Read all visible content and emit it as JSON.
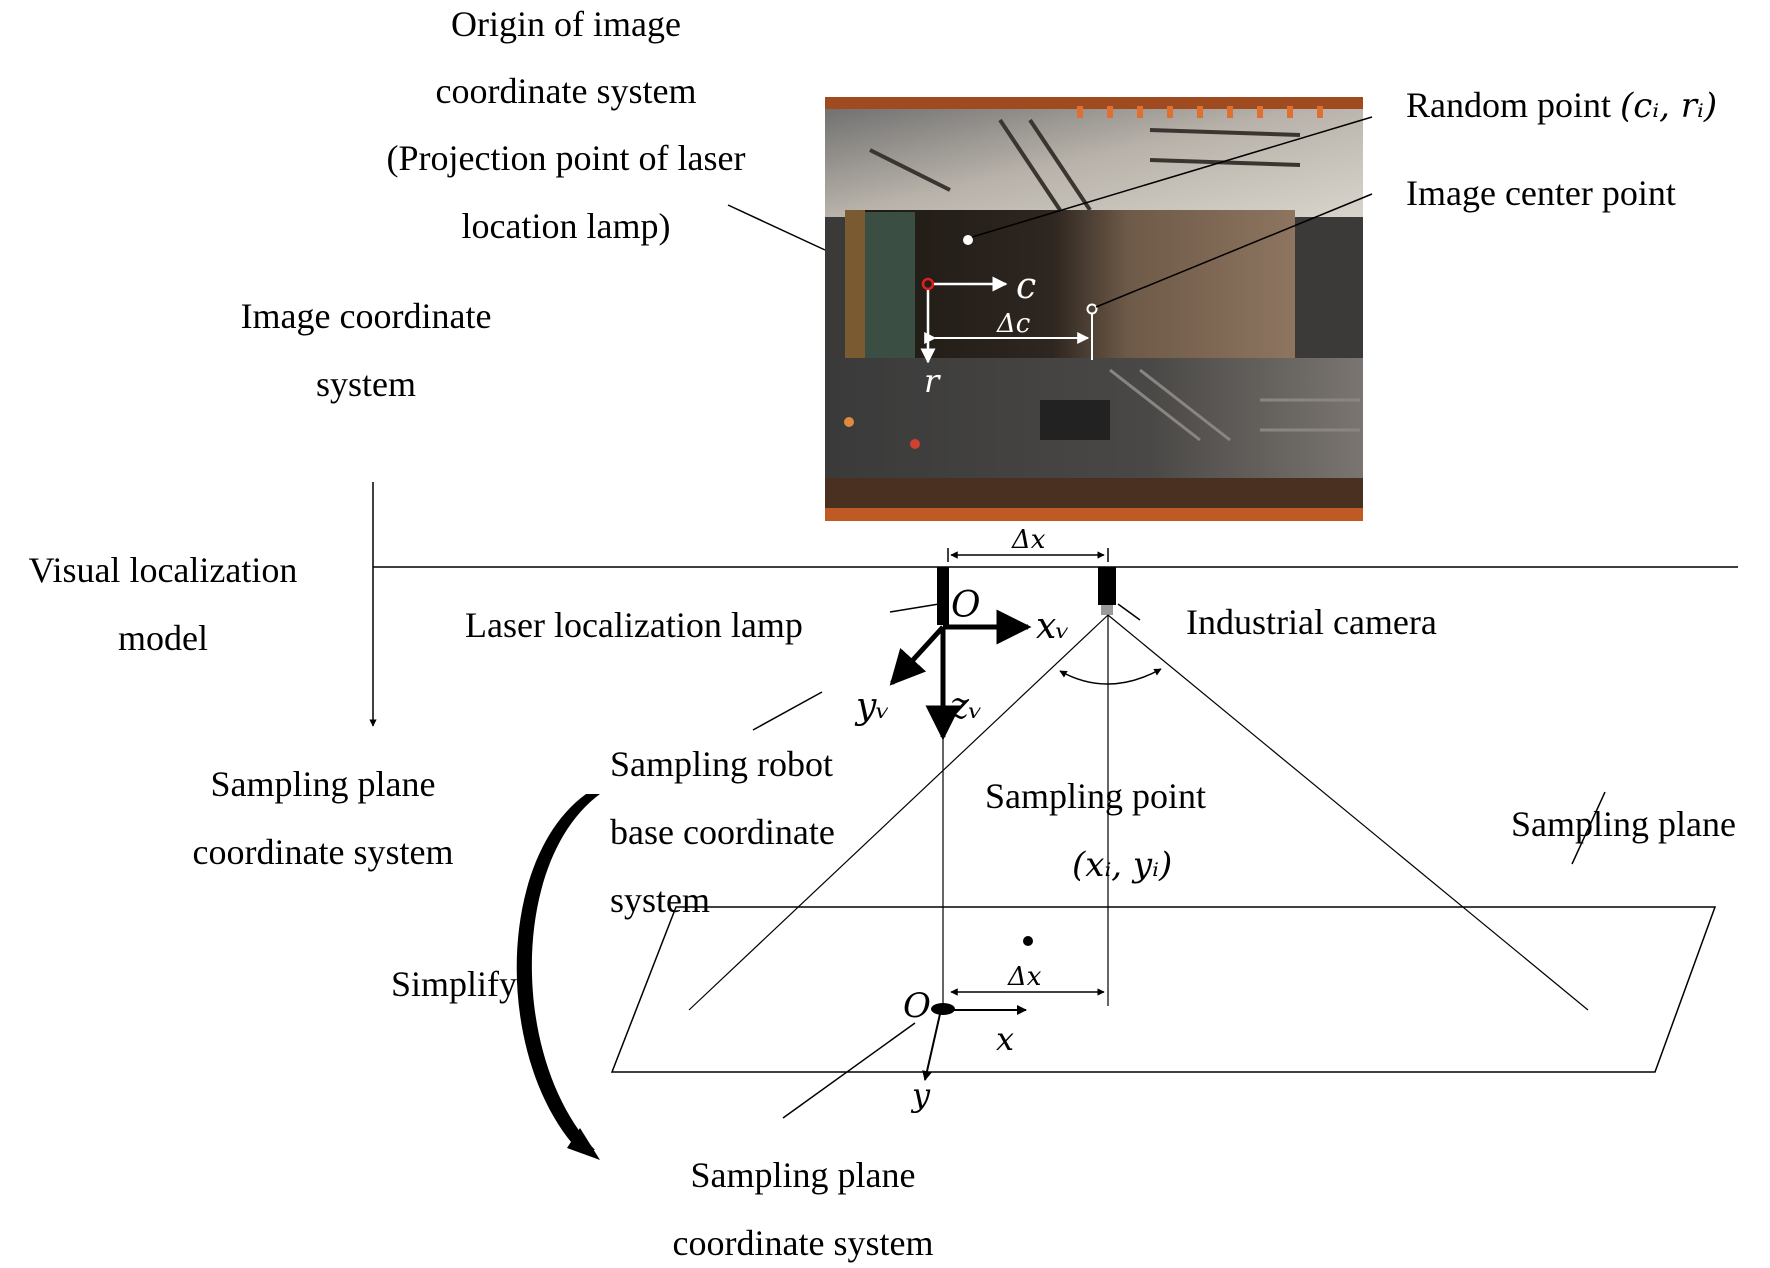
{
  "labels": {
    "origin_image_lines": [
      "Origin of image",
      "coordinate system",
      "(Projection point of laser",
      "location lamp)"
    ],
    "image_coord_lines": [
      "Image coordinate",
      "system"
    ],
    "random_point_prefix": "Random point",
    "random_point_coords": "(cᵢ, rᵢ)",
    "image_center": "Image center point",
    "visual_model_lines": [
      "Visual localization",
      "model"
    ],
    "laser_lamp": "Laser localization lamp",
    "industrial_camera": "Industrial camera",
    "sampling_plane_cs_left_lines": [
      "Sampling plane",
      "coordinate system"
    ],
    "robot_base_lines": [
      "Sampling  robot",
      "base  coordinate",
      "system"
    ],
    "sampling_point": "Sampling point",
    "sampling_point_coords": "(xᵢ, yᵢ)",
    "sampling_plane": "Sampling plane",
    "simplify": "Simplify",
    "sampling_plane_cs_bottom_lines": [
      "Sampling plane",
      "coordinate system"
    ]
  },
  "symbols": {
    "c": "c",
    "r": "r",
    "delta_c": "Δc",
    "delta_x": "Δx",
    "O": "O",
    "xw": "xᵥ",
    "yw": "yᵥ",
    "zw": "zᵥ",
    "x": "x",
    "y": "y"
  },
  "colors": {
    "ink": "#000000",
    "photo_origin_marker": "#e02020",
    "photo_white": "#ffffff"
  }
}
